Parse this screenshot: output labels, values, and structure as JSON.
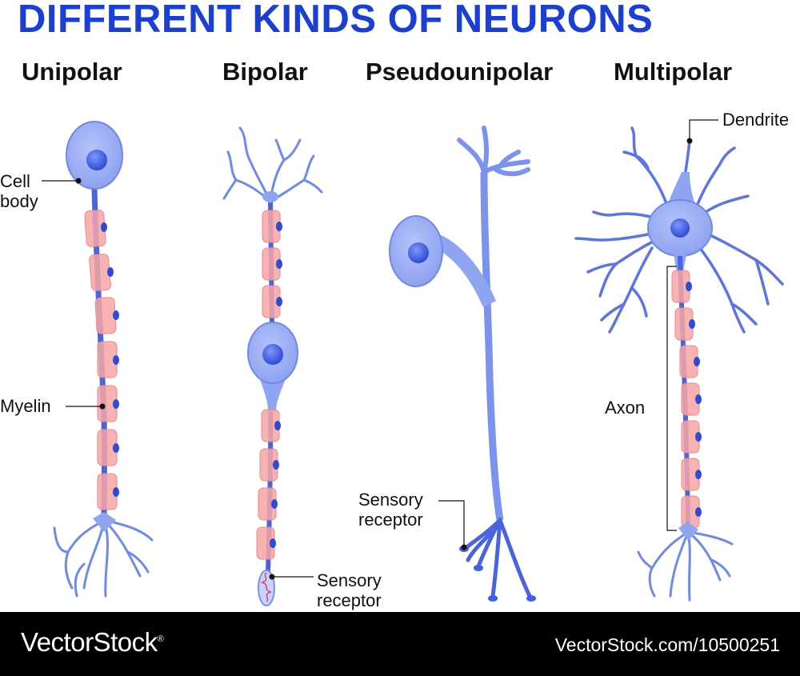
{
  "title": "DIFFERENT KINDS OF NEURONS",
  "neuron_types": [
    "Unipolar",
    "Bipolar",
    "Pseudounipolar",
    "Multipolar"
  ],
  "labels": {
    "cell_body": [
      "Cell",
      "body"
    ],
    "myelin": "Myelin",
    "sensory_receptor_bipolar": [
      "Sensory",
      "receptor"
    ],
    "sensory_receptor_pseudo": [
      "Sensory",
      "receptor"
    ],
    "dendrite": "Dendrite",
    "axon": "Axon"
  },
  "footer": {
    "brand": "VectorStock",
    "registered_mark": "®",
    "url": "VectorStock.com/10500251"
  },
  "colors": {
    "title": "#1a3fd6",
    "neuron_fill": "#8fa5f2",
    "neuron_stroke": "#5b74e6",
    "axon": "#4a64e0",
    "myelin": "#f7a5a5",
    "nucleus": "#3f60e0",
    "footer_bg": "#000000"
  }
}
